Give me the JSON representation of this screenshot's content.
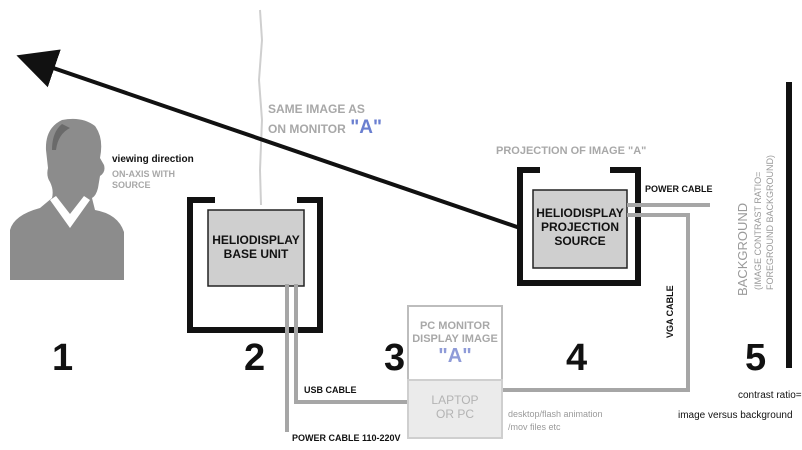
{
  "numbers": {
    "n1": "1",
    "n2": "2",
    "n3": "3",
    "n4": "4",
    "n5": "5"
  },
  "viewer": {
    "line1": "viewing direction",
    "line2": "ON-AXIS WITH",
    "line3": "SOURCE"
  },
  "same_image": {
    "line1": "SAME IMAGE AS",
    "line2_prefix": "ON MONITOR",
    "line2_a": "\"A\""
  },
  "base_unit": {
    "line1": "HELIODISPLAY",
    "line2": "BASE UNIT"
  },
  "projection": {
    "title": "PROJECTION OF IMAGE \"A\"",
    "line1": "HELIODISPLAY",
    "line2": "PROJECTION",
    "line3": "SOURCE"
  },
  "cables": {
    "power": "POWER CABLE",
    "vga": "VGA CABLE",
    "usb": "USB CABLE",
    "power_main": "POWER CABLE 110-220V"
  },
  "monitor": {
    "line1": "PC MONITOR",
    "line2": "DISPLAY IMAGE",
    "line3": "\"A\""
  },
  "laptop": {
    "line1": "LAPTOP",
    "line2": "OR PC",
    "note1": "desktop/flash animation",
    "note2": "/mov files etc"
  },
  "background": {
    "label": "BACKGROUND",
    "sub1": "(IMAGE CONTRAST RATIO=",
    "sub2": "FOREGROUND BACKGROUND)"
  },
  "contrast": {
    "line1": "contrast ratio=",
    "line2": "image versus background"
  },
  "colors": {
    "box_fill": "#cfcfcf",
    "cable": "#a6a6a6",
    "accent_blue": "#6a7fd0"
  }
}
